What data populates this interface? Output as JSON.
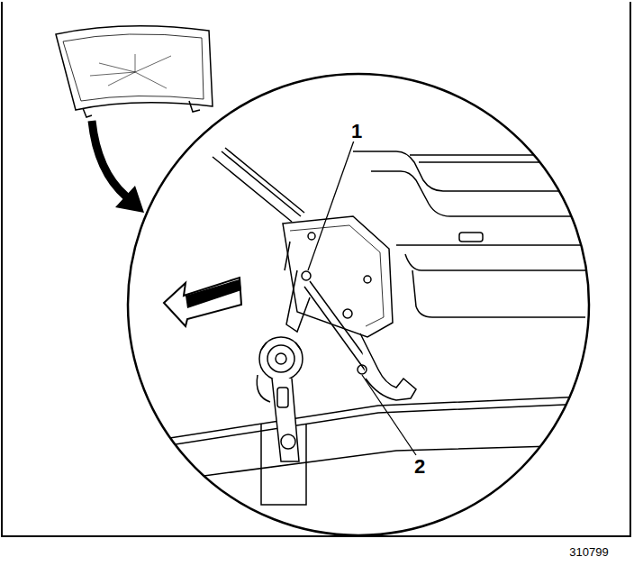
{
  "diagram": {
    "labels": [
      "1",
      "2",
      "310799"
    ]
  }
}
